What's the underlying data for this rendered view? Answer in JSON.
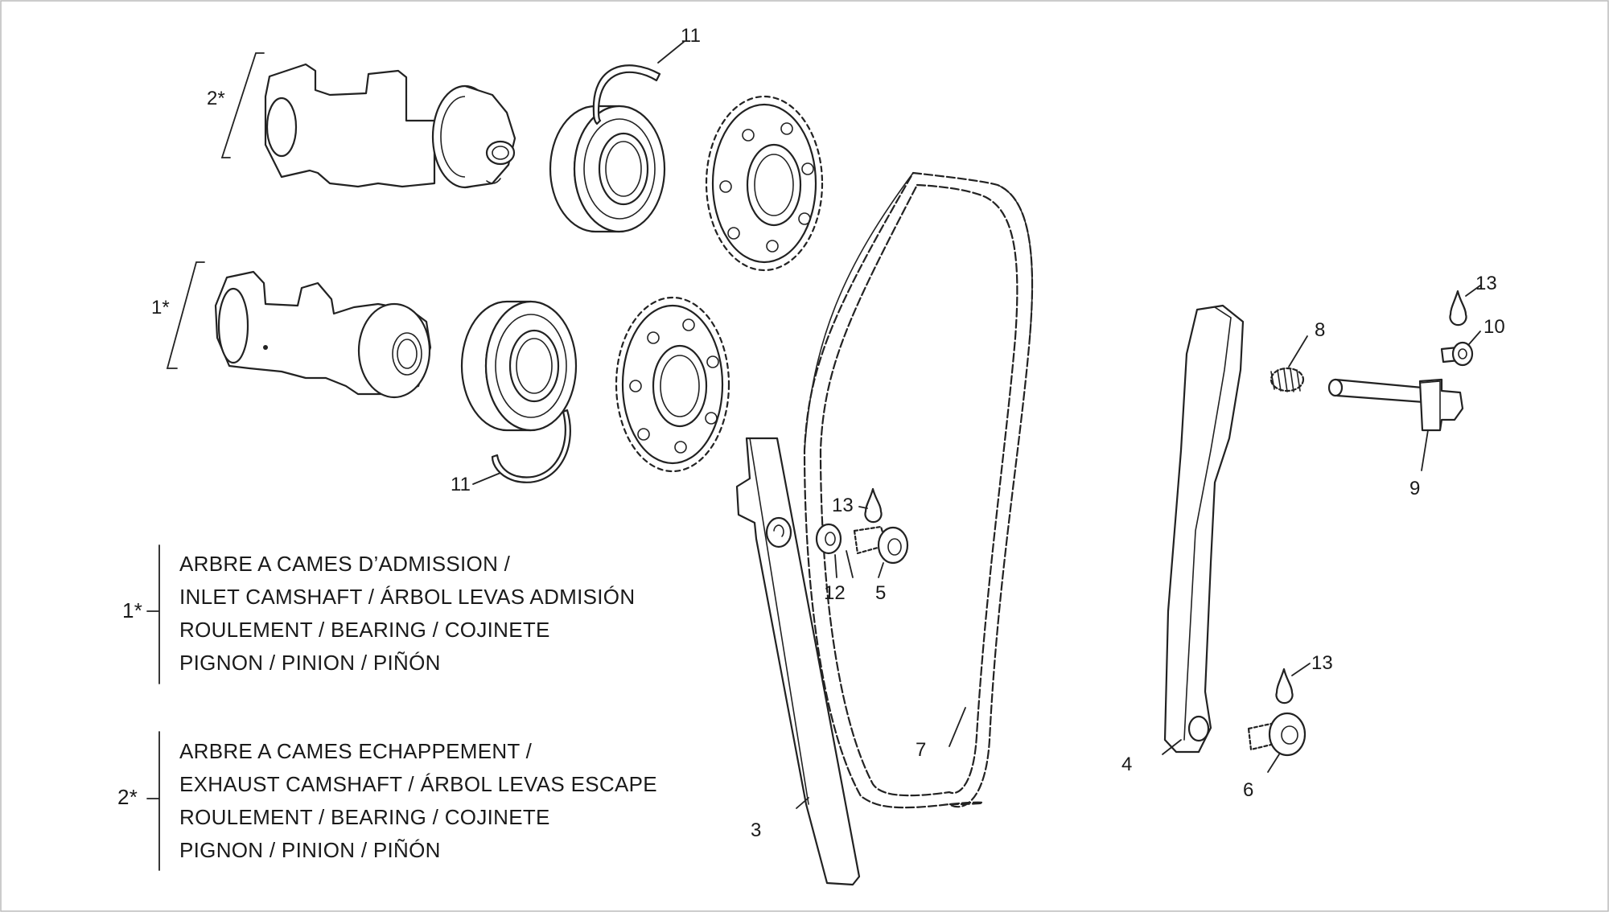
{
  "callouts": {
    "c1": "1*",
    "c2": "2*",
    "c3": "3",
    "c4": "4",
    "c5": "5",
    "c6": "6",
    "c7": "7",
    "c8": "8",
    "c9": "9",
    "c10": "10",
    "c11a": "11",
    "c11b": "11",
    "c12": "12",
    "c13a": "13",
    "c13b": "13",
    "c13c": "13"
  },
  "legend": {
    "group1": {
      "ref": "1*",
      "lines": [
        "ARBRE A CAMES D’ADMISSION /",
        "INLET CAMSHAFT / ÁRBOL LEVAS ADMISIÓN",
        "ROULEMENT / BEARING / COJINETE",
        "PIGNON / PINION / PIÑÓN"
      ]
    },
    "group2": {
      "ref": "2*",
      "lines": [
        "ARBRE A CAMES ECHAPPEMENT /",
        "EXHAUST CAMSHAFT / ÁRBOL LEVAS ESCAPE",
        "ROULEMENT / BEARING / COJINETE",
        "PIGNON / PINION / PIÑÓN"
      ]
    }
  },
  "icons": [
    "camshaft-icon",
    "bearing-icon",
    "circlip-icon",
    "sprocket-icon",
    "chain-icon",
    "chain-guide-icon",
    "tensioner-icon",
    "spring-icon",
    "bolt-icon",
    "washer-icon",
    "threadlock-drop-icon"
  ]
}
